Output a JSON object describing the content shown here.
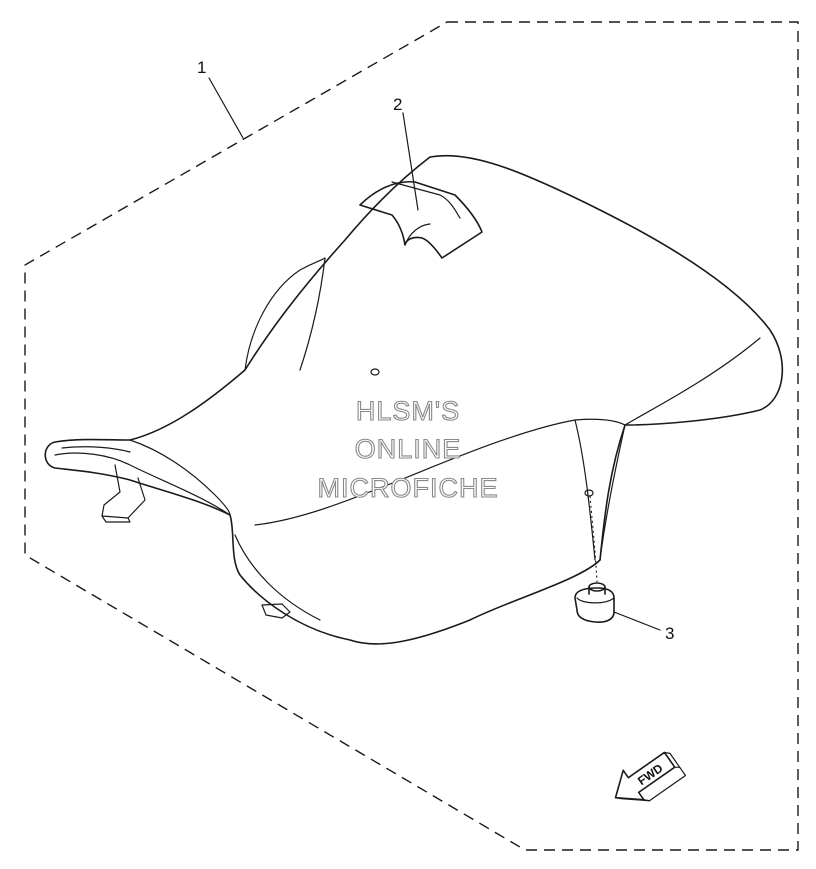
{
  "callouts": [
    {
      "id": "1",
      "label": "1"
    },
    {
      "id": "2",
      "label": "2"
    },
    {
      "id": "3",
      "label": "3"
    }
  ],
  "watermark": {
    "line1": "HLSM'S",
    "line2": "ONLINE",
    "line3": "MICROFICHE"
  },
  "direction_arrow": {
    "label": "FWD"
  },
  "colors": {
    "line": "#1a1a1a",
    "watermark_outline": "#8a8a8a",
    "background": "#ffffff"
  }
}
